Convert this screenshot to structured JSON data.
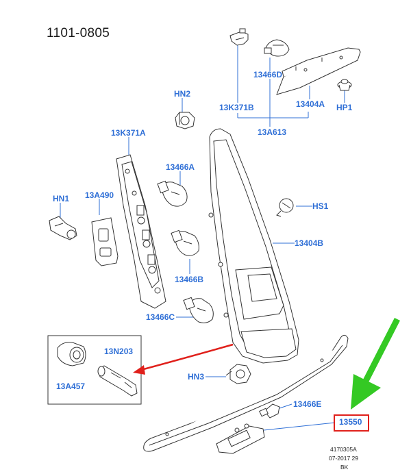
{
  "diagram_id": "1101-0805",
  "callouts": {
    "c_13k371b": "13K371B",
    "c_13466d": "13466D",
    "c_13404a": "13404A",
    "c_hp1": "HP1",
    "c_13a613": "13A613",
    "c_hn2": "HN2",
    "c_13k371a": "13K371A",
    "c_13466a": "13466A",
    "c_hn1": "HN1",
    "c_13a490": "13A490",
    "c_hs1": "HS1",
    "c_13404b": "13404B",
    "c_13466b": "13466B",
    "c_13466c": "13466C",
    "c_13n203": "13N203",
    "c_13a457": "13A457",
    "c_hn3": "HN3",
    "c_13466e": "13466E",
    "c_13550": "13550"
  },
  "footer": {
    "line1": "4170305A",
    "line2": "07-2017 29",
    "line3": "BK"
  },
  "colors": {
    "callout_text": "#2f6fd6",
    "leader_line": "#2f6fd6",
    "highlight_box": "#e0201b",
    "red_arrow": "#e0201b",
    "green_arrow": "#34c924",
    "part_outline": "#333333"
  },
  "icons": {
    "green_arrow": "green-down-left-arrow",
    "red_arrow": "red-left-arrow"
  }
}
